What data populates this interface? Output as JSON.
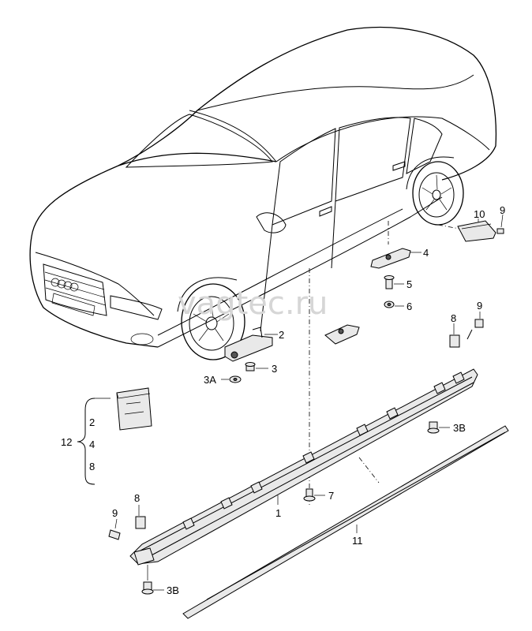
{
  "watermark": "vagtec.ru",
  "callouts": {
    "c1": "1",
    "c2": "2",
    "c3": "3",
    "c3a": "3A",
    "c3b_top": "3B",
    "c3b_bottom": "3B",
    "c4": "4",
    "c5": "5",
    "c6": "6",
    "c7": "7",
    "c8_top": "8",
    "c8_bottom": "8",
    "c9_top": "9",
    "c9_right": "9",
    "c9_left": "9",
    "c10": "10",
    "c11": "11",
    "c12": "12"
  },
  "kit_contents": [
    "2",
    "4",
    "8"
  ]
}
